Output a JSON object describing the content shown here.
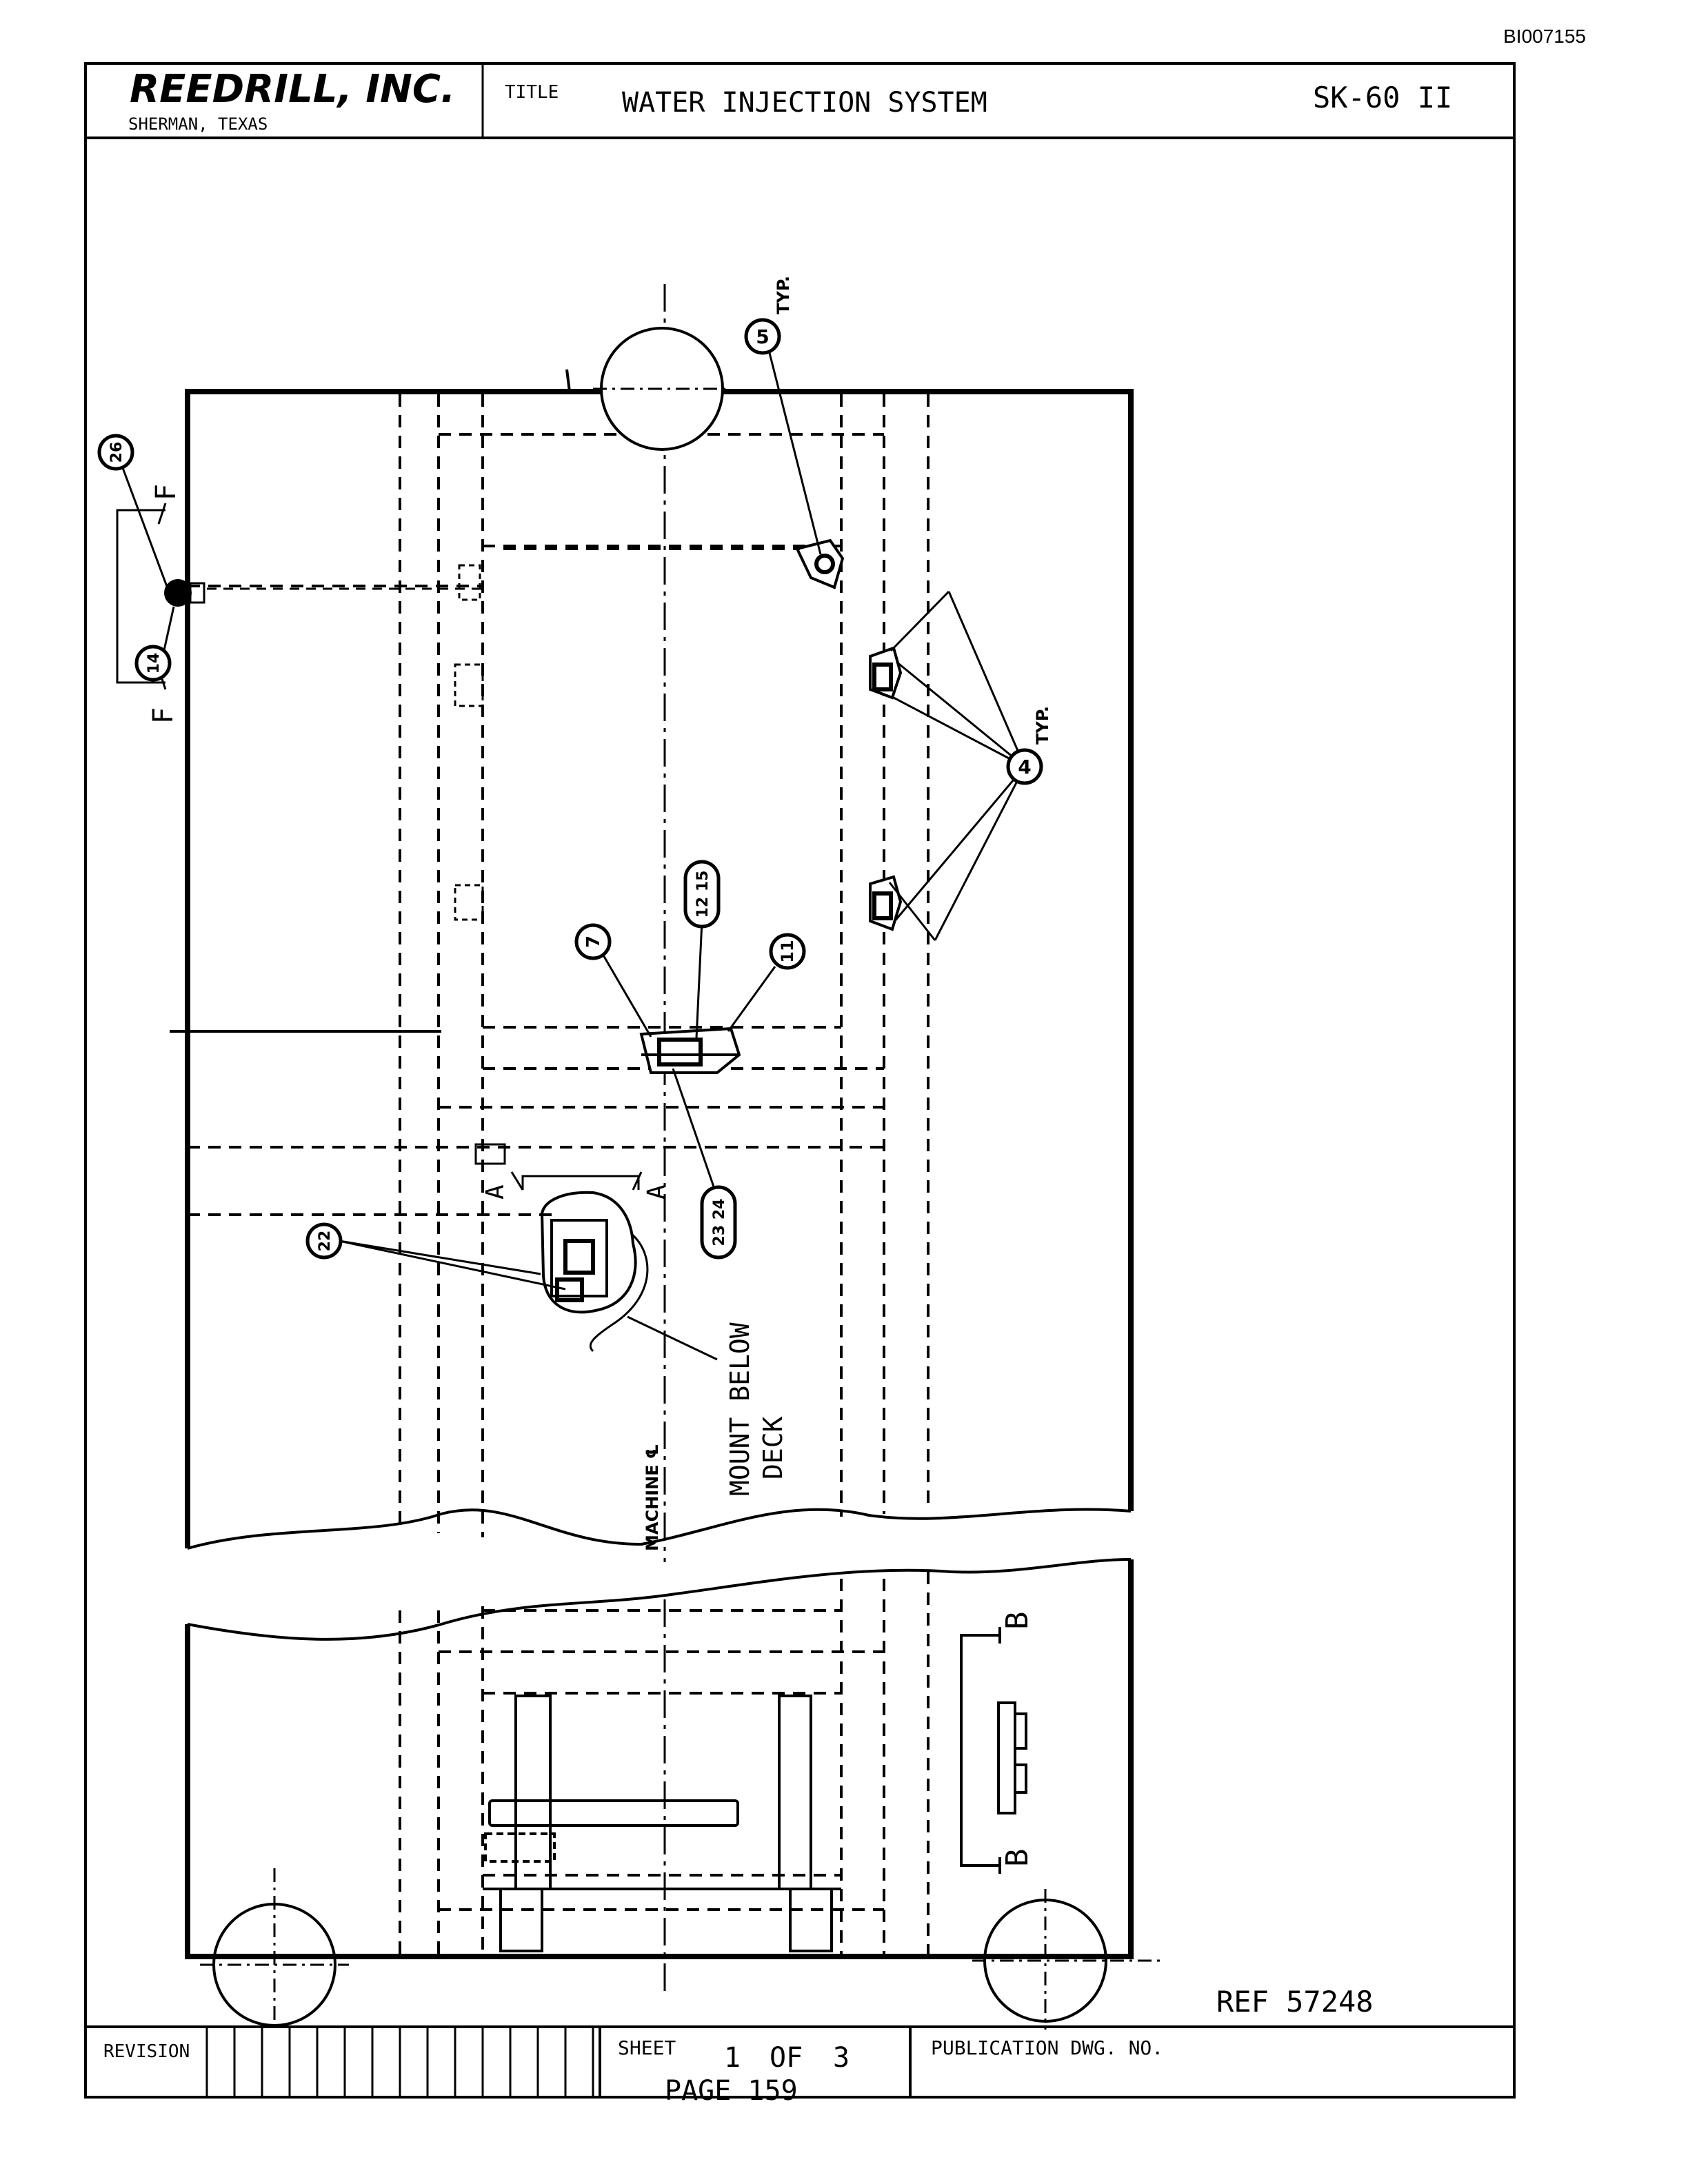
{
  "doc_id": "BI007155",
  "title_block": {
    "company": "REEDRILL, INC.",
    "location": "SHERMAN, TEXAS",
    "title_label": "TITLE",
    "title": "WATER INJECTION SYSTEM",
    "model": "SK-60 II"
  },
  "callouts": {
    "b5": "5",
    "b5_note": "TYP.",
    "b4": "4",
    "b4_note": "TYP.",
    "b26": "26",
    "b14": "14",
    "b7": "7",
    "b12_15": "12 15",
    "b11": "11",
    "b23_24": "23 24",
    "b22": "22"
  },
  "section_marks": {
    "f": "F",
    "a": "A",
    "b": "B"
  },
  "notes": {
    "mount_line1": "MOUNT BELOW",
    "mount_line2": "DECK",
    "machine_cl": "MACHINE ℄"
  },
  "ref": "REF 57248",
  "footer": {
    "revision_label": "REVISION",
    "sheet_label": "SHEET",
    "sheet_num": "1",
    "of_label": "OF",
    "sheet_total": "3",
    "pub_label": "PUBLICATION DWG. NO.",
    "page": "PAGE 159"
  }
}
